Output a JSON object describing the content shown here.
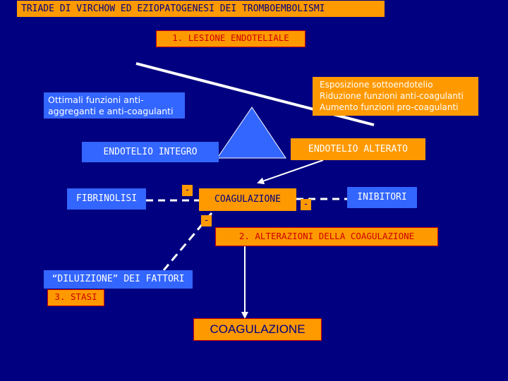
{
  "title": "TRIADE DI VIRCHOW ED EZIOPATOGENESI DEI TROMBOEMBOLISMI",
  "lesione": "1. LESIONE ENDOTELIALE",
  "esposizione": {
    "lines": [
      "Esposizione sottoendotelio",
      "Riduzione funzioni anti-coagulanti",
      "Aumento funzioni pro-coagulanti"
    ]
  },
  "ottimali": "Ottimali funzioni anti-aggreganti e anti-coagulanti",
  "endotelio_integro": "ENDOTELIO INTEGRO",
  "endotelio_alterato": "ENDOTELIO ALTERATO",
  "fibrinolisi": "FIBRINOLISI",
  "coagulazione": "COAGULAZIONE",
  "inibitori": "INIBITORI",
  "minus_sign": "-",
  "alterazioni": "2. ALTERAZIONI DELLA COAGULAZIONE",
  "diluizione": "“DILUIZIONE” DEI FATTORI",
  "stasi": "3. STASI",
  "coagulazione_finale": "COAGULAZIONE",
  "colors": {
    "background": "#000080",
    "orange": "#FF9900",
    "blue": "#3366FF",
    "red": "#cc0000",
    "triangle": "#3366FF",
    "arrow": "#ffffff"
  }
}
